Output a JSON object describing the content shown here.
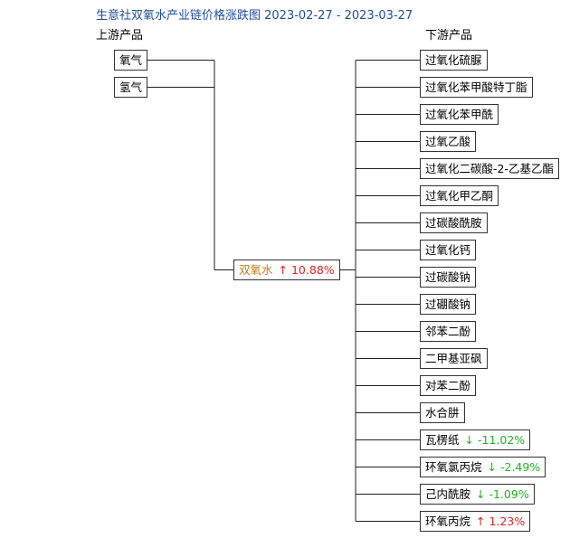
{
  "title": "生意社双氧水产业链价格涨跌图 2023-02-27 - 2023-03-27",
  "upstream_header": "上游产品",
  "downstream_header": "下游产品",
  "center": {
    "name": "双氧水",
    "arrow": "↑",
    "change": "10.88%",
    "direction": "up"
  },
  "upstream": [
    {
      "name": "氧气"
    },
    {
      "name": "氢气"
    }
  ],
  "downstream": [
    {
      "name": "过氧化硫脲"
    },
    {
      "name": "过氧化苯甲酸特丁脂"
    },
    {
      "name": "过氧化苯甲酰"
    },
    {
      "name": "过氧乙酸"
    },
    {
      "name": "过氧化二碳酸-2-乙基乙酯"
    },
    {
      "name": "过氧化甲乙酮"
    },
    {
      "name": "过碳酸酰胺"
    },
    {
      "name": "过氧化钙"
    },
    {
      "name": "过碳酸钠"
    },
    {
      "name": "过硼酸钠"
    },
    {
      "name": "邻苯二酚"
    },
    {
      "name": "二甲基亚砜"
    },
    {
      "name": "对苯二酚"
    },
    {
      "name": "水合肼"
    },
    {
      "name": "瓦楞纸",
      "arrow": "↓",
      "change": "-11.02%",
      "direction": "down"
    },
    {
      "name": "环氧氯丙烷",
      "arrow": "↓",
      "change": "-2.49%",
      "direction": "down"
    },
    {
      "name": "己内酰胺",
      "arrow": "↓",
      "change": "-1.09%",
      "direction": "down"
    },
    {
      "name": "环氧丙烷",
      "arrow": "↑",
      "change": "1.23%",
      "direction": "up"
    }
  ]
}
